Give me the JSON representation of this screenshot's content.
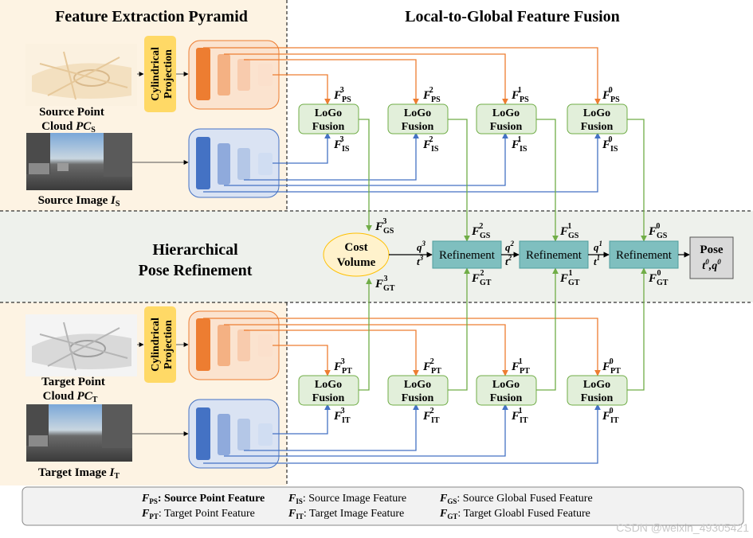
{
  "sections": {
    "extraction_title": "Feature Extraction Pyramid",
    "fusion_title": "Local-to-Global Feature Fusion",
    "refinement_title_line1": "Hierarchical",
    "refinement_title_line2": "Pose Refinement"
  },
  "inputs": {
    "source_point_line1": "Source Point",
    "source_point_line2": "Cloud ",
    "source_point_sym": "PC",
    "source_point_sub": "S",
    "source_image_label": "Source Image ",
    "source_image_sym": "I",
    "source_image_sub": "S",
    "target_point_line1": "Target Point",
    "target_point_line2": "Cloud ",
    "target_point_sym": "PC",
    "target_point_sub": "T",
    "target_image_label": "Target Image ",
    "target_image_sym": "I",
    "target_image_sub": "T"
  },
  "projection": {
    "line1": "Cylindrical",
    "line2": "Projection"
  },
  "logo": {
    "line1": "LoGo",
    "line2": "Fusion"
  },
  "features": {
    "F": "F",
    "PS": "PS",
    "IS": "IS",
    "PT": "PT",
    "IT": "IT",
    "GS": "GS",
    "GT": "GT",
    "levels": [
      "3",
      "2",
      "1",
      "0"
    ]
  },
  "cost_volume": {
    "line1": "Cost",
    "line2": "Volume"
  },
  "refinement": {
    "label": "Refinement"
  },
  "pose_params": {
    "q": "q",
    "t": "t",
    "levels": [
      "3",
      "2",
      "1"
    ]
  },
  "pose": {
    "line1": "Pose",
    "line2": "t",
    "sup0": "0",
    "comma": ",q",
    "sup1": "0"
  },
  "legend": [
    {
      "sym": "F",
      "sub": "PS",
      "text": ": Source Point Feature"
    },
    {
      "sym": "F",
      "sub": "IS",
      "text": ": Source Image Feature"
    },
    {
      "sym": "F",
      "sub": "GS",
      "text": ": Source Global Fused Feature"
    },
    {
      "sym": "F",
      "sub": "PT",
      "text": ": Target Point Feature"
    },
    {
      "sym": "F",
      "sub": "IT",
      "text": ": Target Image Feature"
    },
    {
      "sym": "F",
      "sub": "GT",
      "text": ": Target Gloabl Fused Feature"
    }
  ],
  "watermark": "CSDN @weixin_49305421",
  "colors": {
    "orange": "#ed7d31",
    "blue": "#4472c4",
    "green_fill": "#e2efda",
    "green_stroke": "#70ad47",
    "teal": "#7fbfbf",
    "yellow": "#fff2cc",
    "projection": "#ffd966"
  }
}
